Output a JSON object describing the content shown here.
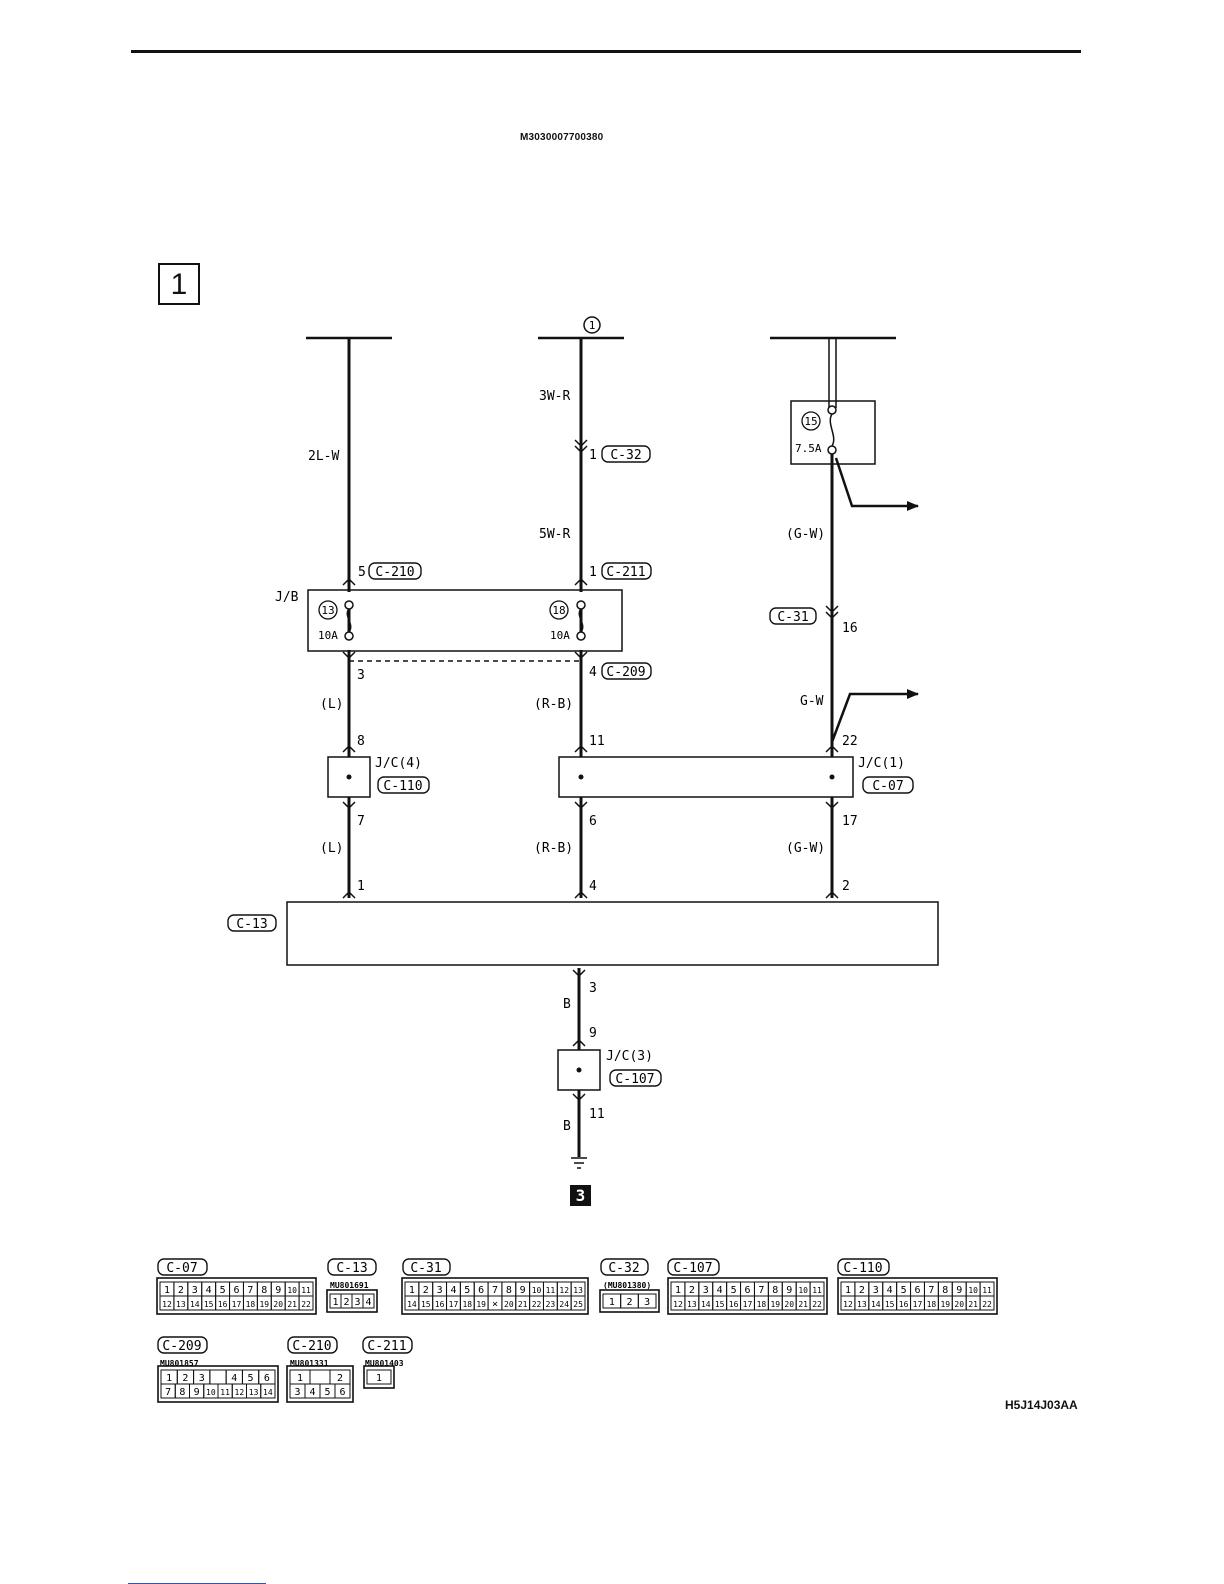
{
  "document": {
    "doc_code": "M3030007700380",
    "page_badge": "1",
    "figure_code": "H5J14J03AA"
  },
  "wires": {
    "col1": {
      "top": "2L-W",
      "mid": "(L)",
      "bot": "(L)"
    },
    "col2": {
      "top": "3W-R",
      "mid1": "5W-R",
      "mid2": "(R-B)",
      "bot": "(R-B)"
    },
    "col3": {
      "top": "(G-W)",
      "mid": "G-W",
      "bot": "(G-W)"
    },
    "ground": {
      "top": "B",
      "bot": "B"
    }
  },
  "pins": {
    "c210_5": "5",
    "jb_3": "3",
    "jc4_8": "8",
    "jc4_7": "7",
    "c13_1": "1",
    "c32_1": "1",
    "c211_1": "1",
    "c209_4": "4",
    "jc1_11": "11",
    "jc1_6": "6",
    "c13_4": "4",
    "c31_16": "16",
    "jc1_22": "22",
    "jc1_17": "17",
    "c13_2": "2",
    "c13_3": "3",
    "jc3_9": "9",
    "jc3_11": "11"
  },
  "components": {
    "jb": "J/B",
    "fuse13": {
      "num": "13",
      "rating": "10A"
    },
    "fuse18": {
      "num": "18",
      "rating": "10A"
    },
    "fuse15": {
      "num": "15",
      "rating": "7.5A"
    },
    "jc4": "J/C(4)",
    "jc1": "J/C(1)",
    "jc3": "J/C(3)",
    "top_ref": "1",
    "ground_badge": "3"
  },
  "connectors": {
    "c07": "C-07",
    "c13": "C-13",
    "c31": "C-31",
    "c32": "C-32",
    "c107": "C-107",
    "c110": "C-110",
    "c209": "C-209",
    "c210": "C-210",
    "c211": "C-211"
  },
  "part_numbers": {
    "c13": "MU801691",
    "c32": "(MU801380)",
    "c209": "MU801857",
    "c210": "MU801331",
    "c211": "MU801403"
  },
  "connector_faces": {
    "c07": {
      "row1": [
        "1",
        "2",
        "3",
        "4",
        "5",
        "6",
        "7",
        "8",
        "9",
        "10",
        "11"
      ],
      "row2": [
        "12",
        "13",
        "14",
        "15",
        "16",
        "17",
        "18",
        "19",
        "20",
        "21",
        "22"
      ]
    },
    "c13": {
      "row1": [
        "1",
        "2",
        "3",
        "4"
      ]
    },
    "c31": {
      "row1": [
        "1",
        "2",
        "3",
        "4",
        "5",
        "6",
        "7",
        "8",
        "9",
        "10",
        "11",
        "12",
        "13"
      ],
      "row2": [
        "14",
        "15",
        "16",
        "17",
        "18",
        "19",
        "×",
        "20",
        "21",
        "22",
        "23",
        "24",
        "25"
      ]
    },
    "c32": {
      "row1": [
        "1",
        "2",
        "3"
      ]
    },
    "c107": {
      "row1": [
        "1",
        "2",
        "3",
        "4",
        "5",
        "6",
        "7",
        "8",
        "9",
        "10",
        "11"
      ],
      "row2": [
        "12",
        "13",
        "14",
        "15",
        "16",
        "17",
        "18",
        "19",
        "20",
        "21",
        "22"
      ]
    },
    "c110": {
      "row1": [
        "1",
        "2",
        "3",
        "4",
        "5",
        "6",
        "7",
        "8",
        "9",
        "10",
        "11"
      ],
      "row2": [
        "12",
        "13",
        "14",
        "15",
        "16",
        "17",
        "18",
        "19",
        "20",
        "21",
        "22"
      ]
    },
    "c209": {
      "row1": [
        "1",
        "2",
        "3",
        "",
        "4",
        "5",
        "6"
      ],
      "row2": [
        "7",
        "8",
        "9",
        "10",
        "11",
        "12",
        "13",
        "14"
      ]
    },
    "c210": {
      "row1": [
        "1",
        "",
        "2"
      ],
      "row2": [
        "3",
        "4",
        "5",
        "6"
      ]
    },
    "c211": {
      "row1": [
        "1"
      ]
    }
  }
}
